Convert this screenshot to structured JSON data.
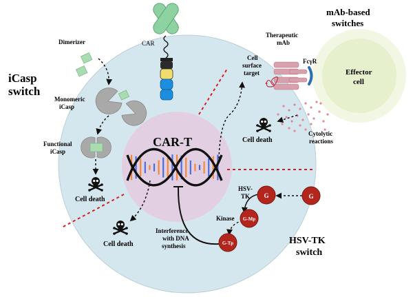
{
  "title": "CAR-T",
  "sections": {
    "icasp": {
      "title_lines": [
        "iCasp",
        "switch"
      ],
      "dimerizer": "Dimerizer",
      "monomeric_lines": [
        "Monomeric",
        "iCasp"
      ],
      "functional_lines": [
        "Functional",
        "iCasp"
      ],
      "cell_death": "Cell death"
    },
    "car": {
      "label": "CAR"
    },
    "mab": {
      "title_lines": [
        "mAb-based",
        "switches"
      ],
      "therapeutic_lines": [
        "Therapeutic",
        "mAb"
      ],
      "cell_surface_lines": [
        "Cell",
        "surface",
        "target"
      ],
      "fcgr": "FcγR",
      "effector_lines": [
        "Effector",
        "cell"
      ],
      "cytolytic_lines": [
        "Cytolytic",
        "reactions"
      ],
      "cell_death": "Cell death"
    },
    "hsvtk": {
      "title_lines": [
        "HSV-TK",
        "switch"
      ],
      "enzyme_lines": [
        "HSV-",
        "TK"
      ],
      "kinase": "Kinase",
      "nodes": {
        "g_outer": "G",
        "g_inner": "G",
        "gmp": "G-Mp",
        "gtp": "G-Tp"
      }
    },
    "dna": {
      "interference_lines": [
        "Interference",
        "with DNA",
        "synthesis"
      ],
      "cell_death": "Cell death"
    }
  },
  "colors": {
    "cell_fill": "#d5e7ee",
    "nucleus_fill": "#e2cfe2",
    "effector_fill": "#eaf2d4",
    "red_dash": "#d42020",
    "node_fill": "#b3261e",
    "car_green": "#8fd2a2",
    "car_blue": "#1d8ede",
    "car_yellow": "#f1dc6e",
    "car_dark": "#2b2b2b",
    "icasp_grey": "#a9a9a9",
    "dimerizer_green": "#a9ddb1",
    "mab_pink": "#d7a0ac",
    "cytolytic_dots": "#e08a97",
    "dna_orange": "#f08a3a",
    "dna_blue": "#4a6fd8"
  },
  "icons": [
    "skull-crossbones-icon",
    "dimerizer-square-icon",
    "pacman-icasp-icon"
  ]
}
